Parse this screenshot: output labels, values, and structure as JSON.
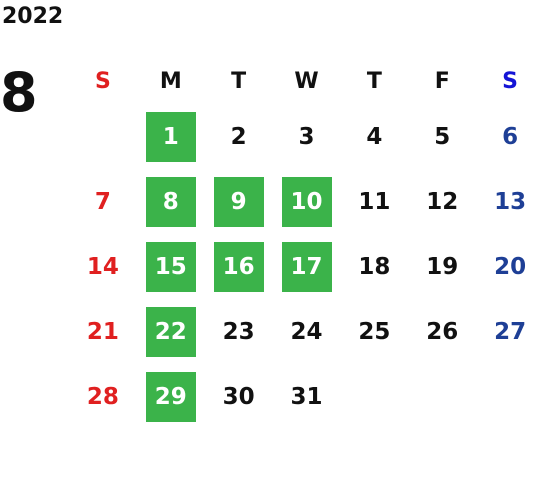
{
  "year": "2022",
  "month": "8",
  "weekdays": [
    "S",
    "M",
    "T",
    "W",
    "T",
    "F",
    "S"
  ],
  "weeks": [
    [
      "",
      "1",
      "2",
      "3",
      "4",
      "5",
      "6"
    ],
    [
      "7",
      "8",
      "9",
      "10",
      "11",
      "12",
      "13"
    ],
    [
      "14",
      "15",
      "16",
      "17",
      "18",
      "19",
      "20"
    ],
    [
      "21",
      "22",
      "23",
      "24",
      "25",
      "26",
      "27"
    ],
    [
      "28",
      "29",
      "30",
      "31",
      "",
      "",
      ""
    ]
  ],
  "highlighted_days": [
    "1",
    "8",
    "9",
    "10",
    "15",
    "16",
    "17",
    "22",
    "29"
  ],
  "colors": {
    "highlight": "#3bb34a",
    "sunday": "#e02020",
    "saturday": "#1e3f96",
    "saturday_header": "#1414d6",
    "text": "#111111"
  }
}
